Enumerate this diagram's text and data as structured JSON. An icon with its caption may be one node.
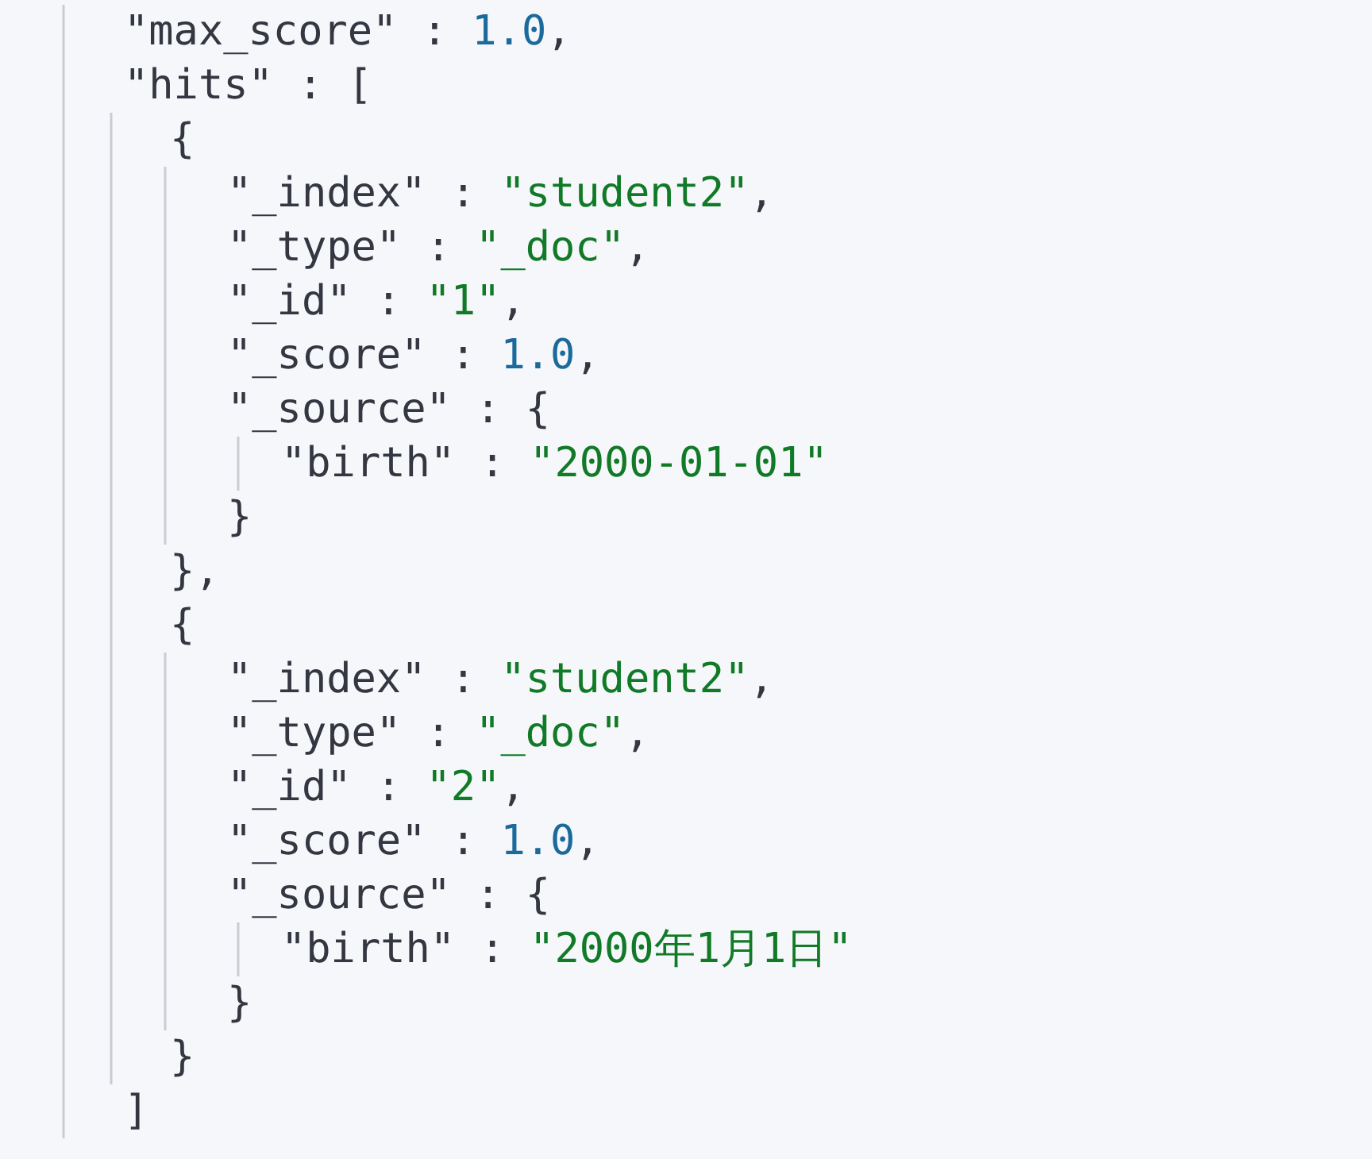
{
  "diagram": {
    "labels": [
      "\"max_score\" : 1.0,",
      "\"hits\" : [",
      "{",
      "\"_index\" : \"student2\",",
      "\"_type\" : \"_doc\",",
      "\"_id\" : \"1\",",
      "\"_score\" : 1.0,",
      "\"_source\" : {",
      "\"birth\" : \"2000-01-01\"",
      "}",
      "},",
      "{",
      "\"_index\" : \"student2\",",
      "\"_type\" : \"_doc\",",
      "\"_id\" : \"2\",",
      "\"_score\" : 1.0,",
      "\"_source\" : {",
      "\"birth\" : \"2000年1月1日\"",
      "}",
      "}",
      "]"
    ]
  }
}
